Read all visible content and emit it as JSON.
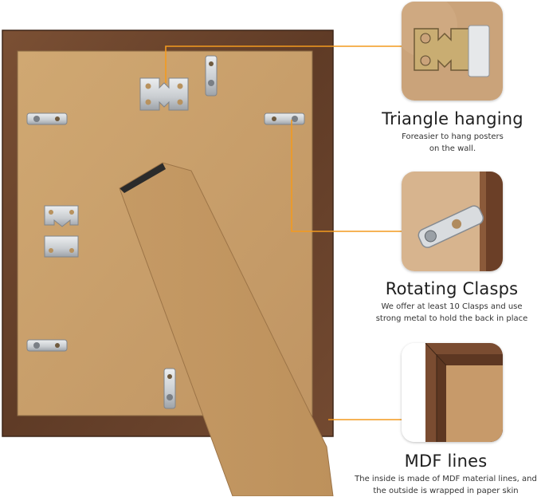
{
  "features": [
    {
      "title": "Triangle hanging",
      "desc_lines": [
        "Foreasier to hang posters",
        "on the wall."
      ],
      "image": "sawtooth-hanger-closeup"
    },
    {
      "title": "Rotating Clasps",
      "desc_lines": [
        "We offer at least 10 Clasps and use",
        "strong metal to hold the back in place"
      ],
      "image": "rotating-clasp-closeup"
    },
    {
      "title": "MDF lines",
      "desc_lines": [
        "The inside is made of MDF material lines, and",
        "the outside is wrapped in paper skin"
      ],
      "image": "frame-corner-closeup"
    }
  ],
  "colors": {
    "frame_wood": "#6a432c",
    "backboard": "#c8a06c",
    "callout_line": "#f39a1f",
    "metal": "#cfd2d6"
  }
}
